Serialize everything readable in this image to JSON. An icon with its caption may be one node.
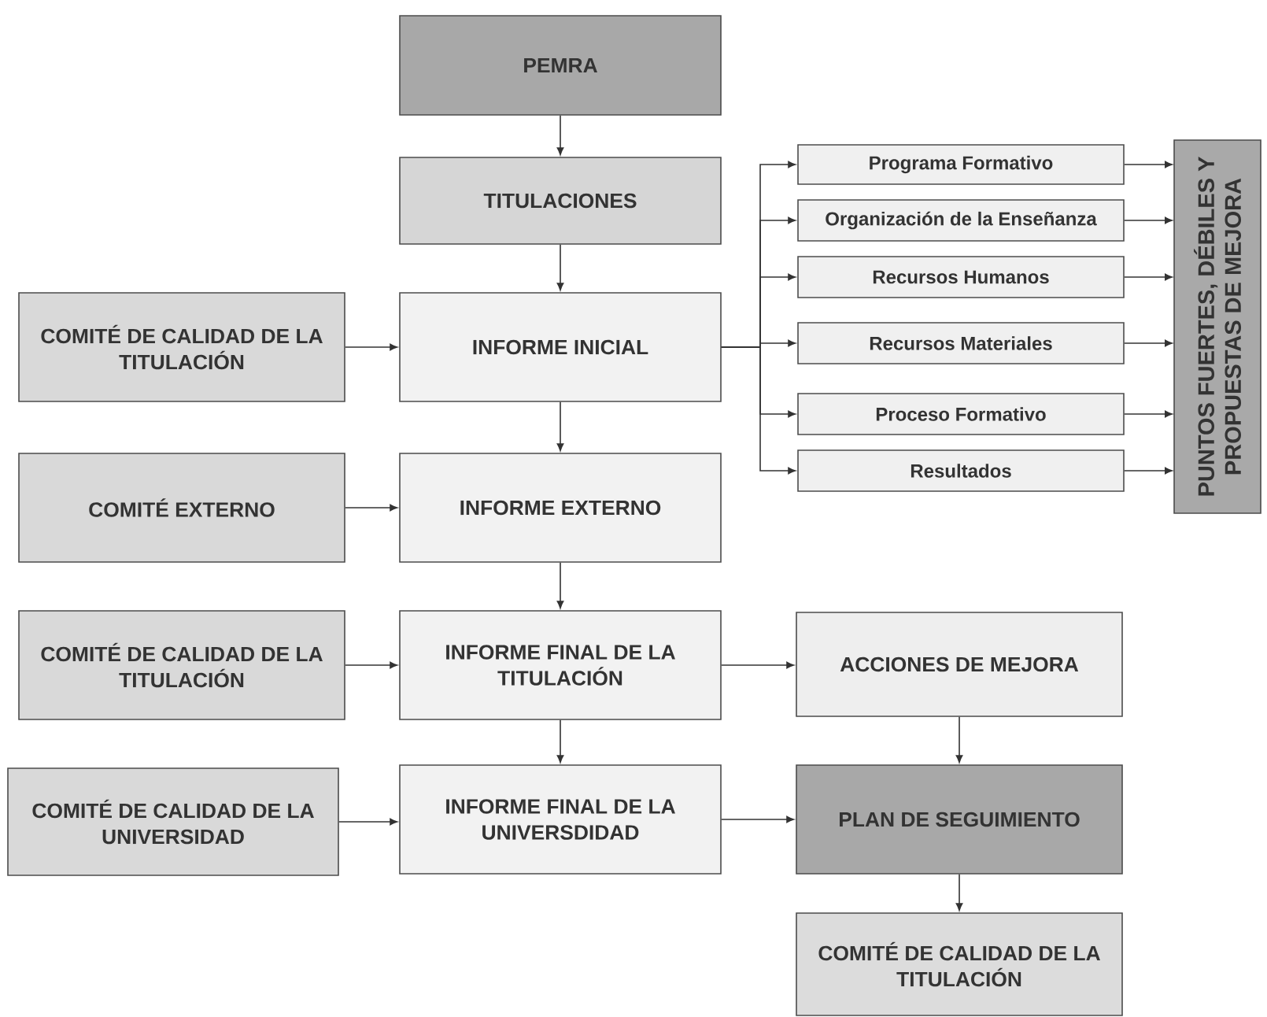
{
  "diagram": {
    "nodes": [
      {
        "text": [
          "PEMRA"
        ]
      },
      {
        "text": [
          "TITULACIONES"
        ]
      },
      {
        "text": [
          "COMITÉ DE CALIDAD DE LA TITULACIÓN"
        ]
      },
      {
        "text": [
          "INFORME INICIAL"
        ]
      },
      {
        "text": [
          "Programa Formativo"
        ]
      },
      {
        "text": [
          "Organización de la Enseñanza"
        ]
      },
      {
        "text": [
          "Recursos Humanos"
        ]
      },
      {
        "text": [
          "Recursos Materiales"
        ]
      },
      {
        "text": [
          "Proceso Formativo"
        ]
      },
      {
        "text": [
          "Resultados"
        ]
      },
      {
        "text": [
          "PUNTOS FUERTES, DÉBILES Y PROPUESTAS DE MEJORA"
        ]
      },
      {
        "text": [
          "COMITÉ EXTERNO"
        ]
      },
      {
        "text": [
          "INFORME EXTERNO"
        ]
      },
      {
        "text": [
          "COMITÉ DE CALIDAD DE LA TITULACIÓN"
        ]
      },
      {
        "text": [
          "INFORME FINAL DE LA TITULACIÓN"
        ]
      },
      {
        "text": [
          "ACCIONES DE MEJORA"
        ]
      },
      {
        "text": [
          "COMITÉ DE CALIDAD DE LA UNIVERSIDAD"
        ]
      },
      {
        "text": [
          "INFORME FINAL DE LA UNIVERSDIDAD"
        ]
      },
      {
        "text": [
          "PLAN DE SEGUIMIENTO"
        ]
      },
      {
        "text": [
          "COMITÉ DE CALIDAD DE LA TITULACIÓN"
        ]
      }
    ],
    "edges": [
      {
        "from": 0,
        "to": 1,
        "arrow": "to"
      },
      {
        "from": 1,
        "to": 3,
        "arrow": "to"
      },
      {
        "from": 2,
        "to": 3,
        "arrow": "to"
      },
      {
        "from": 3,
        "to": 4,
        "arrow": "to"
      },
      {
        "from": 3,
        "to": 5,
        "arrow": "to"
      },
      {
        "from": 3,
        "to": 6,
        "arrow": "to"
      },
      {
        "from": 3,
        "to": 7,
        "arrow": "to"
      },
      {
        "from": 3,
        "to": 8,
        "arrow": "to"
      },
      {
        "from": 3,
        "to": 9,
        "arrow": "to"
      },
      {
        "from": 4,
        "to": 10,
        "arrow": "to"
      },
      {
        "from": 5,
        "to": 10,
        "arrow": "to"
      },
      {
        "from": 6,
        "to": 10,
        "arrow": "to"
      },
      {
        "from": 7,
        "to": 10,
        "arrow": "to"
      },
      {
        "from": 8,
        "to": 10,
        "arrow": "to"
      },
      {
        "from": 9,
        "to": 10,
        "arrow": "to"
      },
      {
        "from": 3,
        "to": 12,
        "arrow": "to"
      },
      {
        "from": 11,
        "to": 12,
        "arrow": "to"
      },
      {
        "from": 12,
        "to": 14,
        "arrow": "to"
      },
      {
        "from": 13,
        "to": 14,
        "arrow": "to"
      },
      {
        "from": 14,
        "to": 15,
        "arrow": "to"
      },
      {
        "from": 14,
        "to": 17,
        "arrow": "to"
      },
      {
        "from": 15,
        "to": 18,
        "arrow": "to"
      },
      {
        "from": 16,
        "to": 17,
        "arrow": "to"
      },
      {
        "from": 17,
        "to": 18,
        "arrow": "to"
      },
      {
        "from": 18,
        "to": 19,
        "arrow": "to"
      }
    ]
  }
}
